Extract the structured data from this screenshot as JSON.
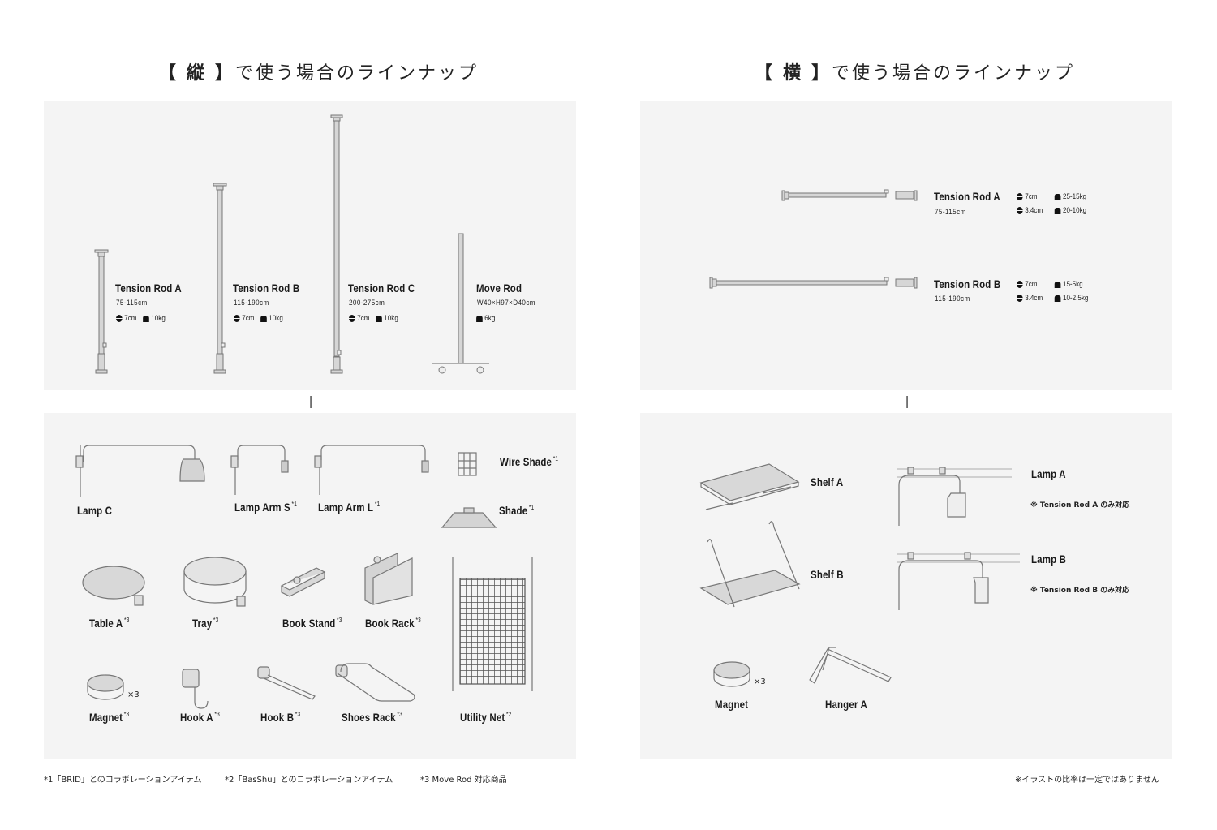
{
  "headings": {
    "vertical": {
      "bracket_open": "【",
      "kanji": "縦",
      "bracket_close": "】",
      "rest": "で使う場合のラインナップ"
    },
    "horizontal": {
      "bracket_open": "【",
      "kanji": "横",
      "bracket_close": "】",
      "rest": "で使う場合のラインナップ"
    }
  },
  "plus_sign": "+",
  "vertical_rods": [
    {
      "name": "Tension Rod A",
      "size": "75-115cm",
      "diameter": "7cm",
      "load": "10kg"
    },
    {
      "name": "Tension Rod B",
      "size": "115-190cm",
      "diameter": "7cm",
      "load": "10kg"
    },
    {
      "name": "Tension Rod C",
      "size": "200-275cm",
      "diameter": "7cm",
      "load": "10kg"
    },
    {
      "name": "Move Rod",
      "size": "W40×H97×D40cm",
      "load": "6kg"
    }
  ],
  "horizontal_rods": [
    {
      "name": "Tension Rod A",
      "size": "75-115cm",
      "specs": [
        {
          "diameter": "7cm",
          "load": "25-15kg"
        },
        {
          "diameter": "3.4cm",
          "load": "20-10kg"
        }
      ]
    },
    {
      "name": "Tension Rod B",
      "size": "115-190cm",
      "specs": [
        {
          "diameter": "7cm",
          "load": "15-5kg"
        },
        {
          "diameter": "3.4cm",
          "load": "10-2.5kg"
        }
      ]
    }
  ],
  "vertical_accessories": [
    {
      "name": "Lamp C",
      "mark": ""
    },
    {
      "name": "Lamp Arm S",
      "mark": "*1"
    },
    {
      "name": "Lamp Arm L",
      "mark": "*1"
    },
    {
      "name": "Wire Shade",
      "mark": "*1"
    },
    {
      "name": "Shade",
      "mark": "*1"
    },
    {
      "name": "Table A",
      "mark": "*3"
    },
    {
      "name": "Tray",
      "mark": "*3"
    },
    {
      "name": "Book Stand",
      "mark": "*3"
    },
    {
      "name": "Book Rack",
      "mark": "*3"
    },
    {
      "name": "Utility Net",
      "mark": "*2"
    },
    {
      "name": "Magnet",
      "mark": "*3",
      "qty": "×3"
    },
    {
      "name": "Hook A",
      "mark": "*3"
    },
    {
      "name": "Hook B",
      "mark": "*3"
    },
    {
      "name": "Shoes Rack",
      "mark": "*3"
    }
  ],
  "horizontal_accessories": [
    {
      "name": "Shelf A"
    },
    {
      "name": "Shelf B"
    },
    {
      "name": "Lamp A",
      "note": "※ Tension Rod A のみ対応"
    },
    {
      "name": "Lamp B",
      "note": "※ Tension Rod B のみ対応"
    },
    {
      "name": "Magnet",
      "qty": "×3"
    },
    {
      "name": "Hanger A"
    }
  ],
  "footnotes": [
    "*1「BRID」とのコラボレーションアイテム",
    "*2「BasShu」とのコラボレーションアイテム",
    "*3 Move Rod 対応商品"
  ],
  "disclaimer": "※イラストの比率は一定ではありません"
}
